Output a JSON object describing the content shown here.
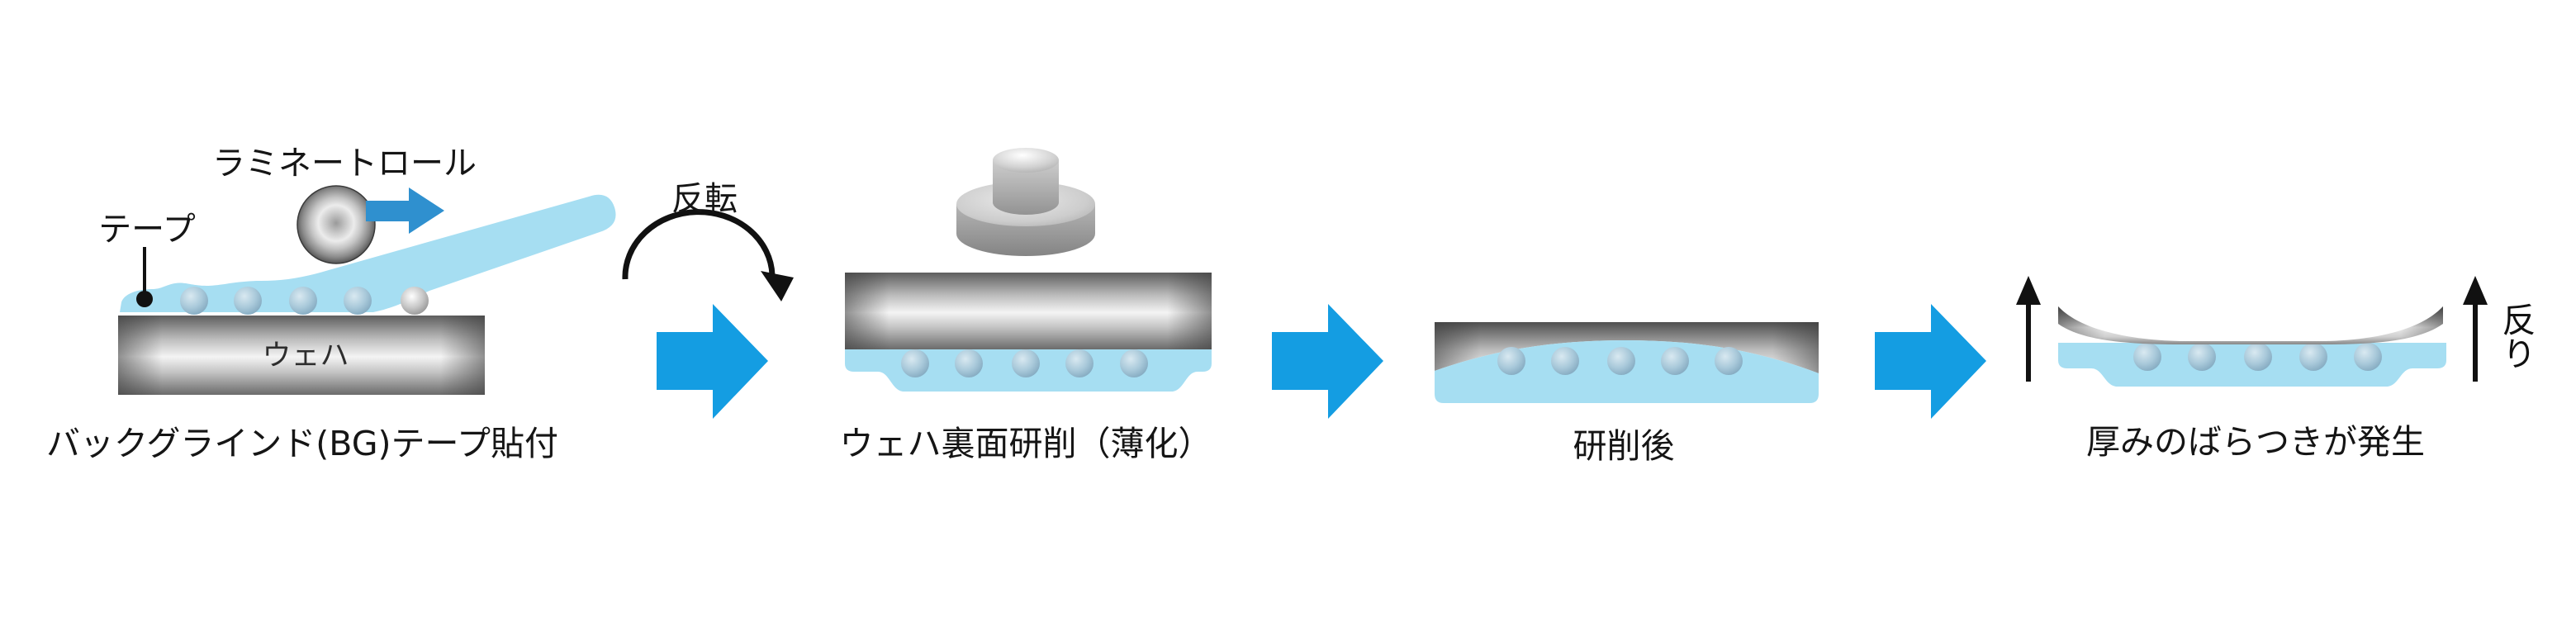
{
  "diagram": {
    "title_hidden": "",
    "steps": [
      {
        "caption": "バックグラインド(BG)テープ貼付",
        "labels": {
          "laminate_roll": "ラミネートロール",
          "tape": "テープ",
          "wafer": "ウェハ"
        }
      },
      {
        "caption": "ウェハ裏面研削（薄化）"
      },
      {
        "caption": "研削後"
      },
      {
        "caption": "厚みのばらつきが発生",
        "labels": {
          "warp": "反り"
        }
      }
    ],
    "transition_label": "反転",
    "colors": {
      "tape_blue": "#a6def2",
      "process_arrow_blue": "#149de2",
      "roll_arrow_blue": "#2f90cf",
      "ink": "#111111",
      "bump_blue": "#9fc3d6",
      "wafer_gray_dark": "#5a5a5a",
      "wafer_gray_light": "#f4f4f4"
    }
  }
}
